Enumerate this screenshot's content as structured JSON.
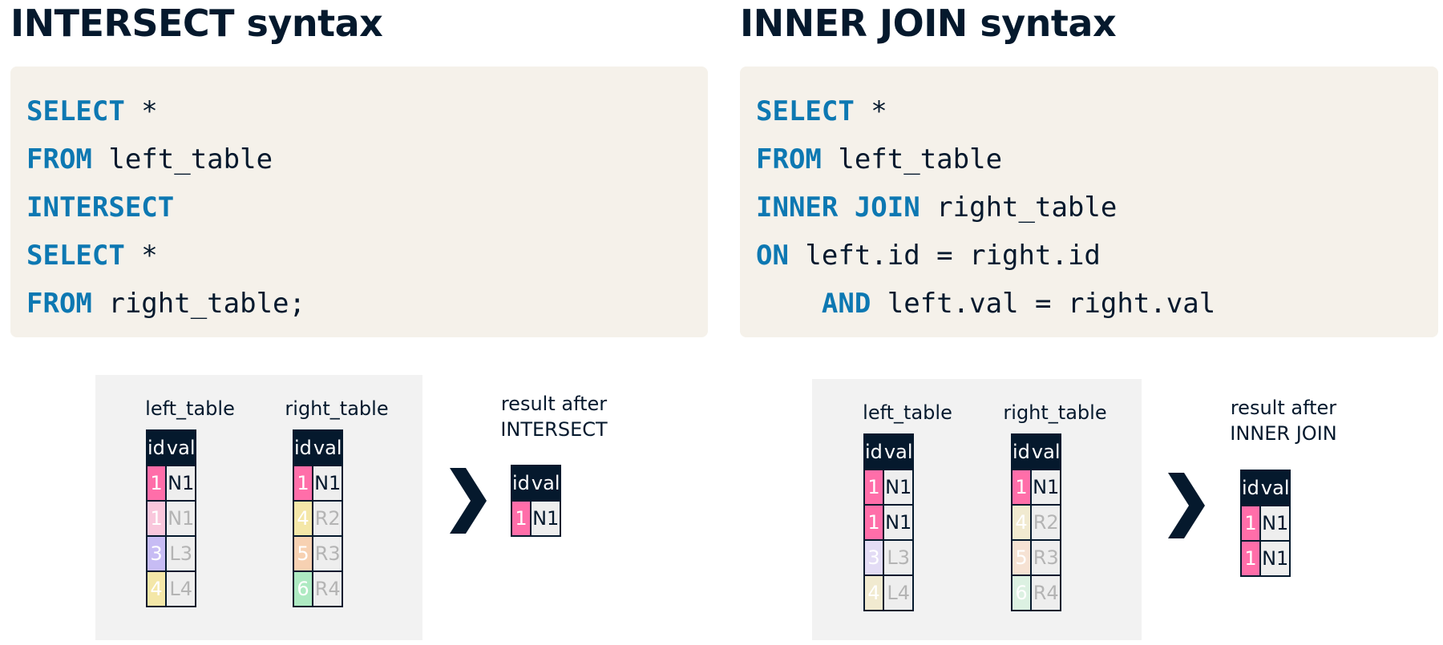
{
  "colors": {
    "navy": "#05192d",
    "keyword_blue": "#0d78b2",
    "code_bg": "#f5f1ea",
    "diagram_bg": "#f2f2f2",
    "pink": "#ff6ea9",
    "pink_faded": "#f9c7dc",
    "purple": "#c7bcf4",
    "purple_faded": "#e3dcf5",
    "yellow": "#f4e7a8",
    "yellow_faded": "#f1ead0",
    "orange": "#f7d1b2",
    "orange_faded": "#f6e2d3",
    "green": "#aeeac2",
    "green_faded": "#dcf1e2",
    "val_bg": "#eeeeee"
  },
  "intersect": {
    "title": "INTERSECT syntax",
    "code": [
      [
        {
          "kw": "SELECT"
        },
        {
          "t": " *"
        }
      ],
      [
        {
          "kw": "FROM"
        },
        {
          "t": " left_table"
        }
      ],
      [
        {
          "kw": "INTERSECT"
        }
      ],
      [
        {
          "kw": "SELECT"
        },
        {
          "t": " *"
        }
      ],
      [
        {
          "kw": "FROM"
        },
        {
          "t": " right_table;"
        }
      ]
    ],
    "left_table": {
      "name": "left_table",
      "headers": [
        "id",
        "val"
      ],
      "rows": [
        {
          "id": "1",
          "val": "N1",
          "color": "pink",
          "faded": false
        },
        {
          "id": "1",
          "val": "N1",
          "color": "pink_faded",
          "faded": true
        },
        {
          "id": "3",
          "val": "L3",
          "color": "purple",
          "faded": true
        },
        {
          "id": "4",
          "val": "L4",
          "color": "yellow",
          "faded": true
        }
      ]
    },
    "right_table": {
      "name": "right_table",
      "headers": [
        "id",
        "val"
      ],
      "rows": [
        {
          "id": "1",
          "val": "N1",
          "color": "pink",
          "faded": false
        },
        {
          "id": "4",
          "val": "R2",
          "color": "yellow",
          "faded": true
        },
        {
          "id": "5",
          "val": "R3",
          "color": "orange",
          "faded": true
        },
        {
          "id": "6",
          "val": "R4",
          "color": "green",
          "faded": true
        }
      ]
    },
    "result_label": [
      "result after",
      "INTERSECT"
    ],
    "result_table": {
      "headers": [
        "id",
        "val"
      ],
      "rows": [
        {
          "id": "1",
          "val": "N1",
          "color": "pink",
          "faded": false
        }
      ]
    }
  },
  "inner_join": {
    "title": "INNER JOIN syntax",
    "code": [
      [
        {
          "kw": "SELECT"
        },
        {
          "t": " *"
        }
      ],
      [
        {
          "kw": "FROM"
        },
        {
          "t": " left_table"
        }
      ],
      [
        {
          "kw": "INNER JOIN"
        },
        {
          "t": " right_table"
        }
      ],
      [
        {
          "kw": "ON"
        },
        {
          "t": " left.id = right.id"
        }
      ],
      [
        {
          "t": "    "
        },
        {
          "kw": "AND"
        },
        {
          "t": " left.val = right.val"
        }
      ]
    ],
    "left_table": {
      "name": "left_table",
      "headers": [
        "id",
        "val"
      ],
      "rows": [
        {
          "id": "1",
          "val": "N1",
          "color": "pink",
          "faded": false
        },
        {
          "id": "1",
          "val": "N1",
          "color": "pink",
          "faded": false
        },
        {
          "id": "3",
          "val": "L3",
          "color": "purple_faded",
          "faded": true
        },
        {
          "id": "4",
          "val": "L4",
          "color": "yellow_faded",
          "faded": true
        }
      ]
    },
    "right_table": {
      "name": "right_table",
      "headers": [
        "id",
        "val"
      ],
      "rows": [
        {
          "id": "1",
          "val": "N1",
          "color": "pink",
          "faded": false
        },
        {
          "id": "4",
          "val": "R2",
          "color": "yellow_faded",
          "faded": true
        },
        {
          "id": "5",
          "val": "R3",
          "color": "orange_faded",
          "faded": true
        },
        {
          "id": "6",
          "val": "R4",
          "color": "green_faded",
          "faded": true
        }
      ]
    },
    "result_label": [
      "result after",
      "INNER JOIN"
    ],
    "result_table": {
      "headers": [
        "id",
        "val"
      ],
      "rows": [
        {
          "id": "1",
          "val": "N1",
          "color": "pink",
          "faded": false
        },
        {
          "id": "1",
          "val": "N1",
          "color": "pink",
          "faded": false
        }
      ]
    }
  }
}
